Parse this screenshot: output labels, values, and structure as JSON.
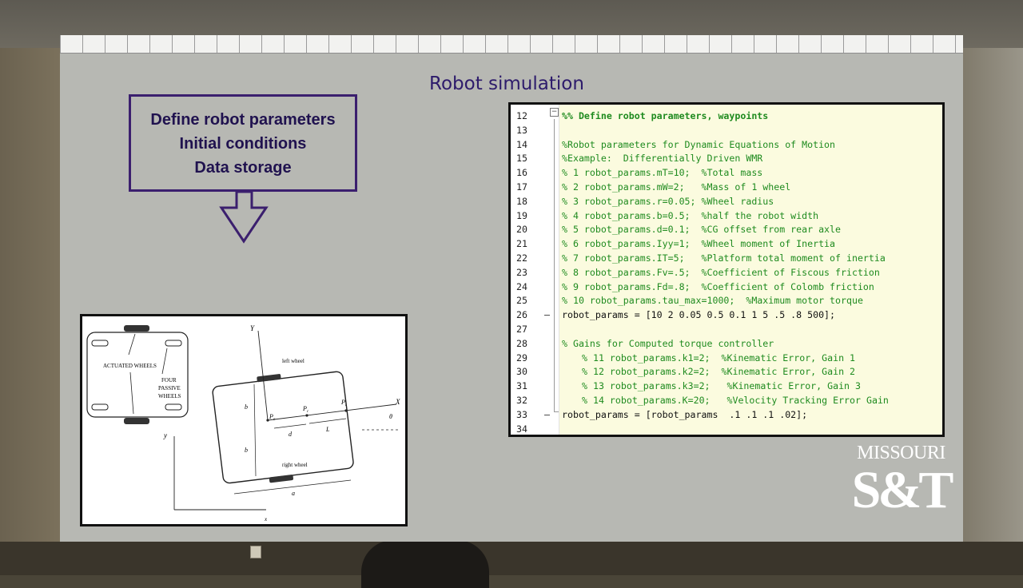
{
  "slide": {
    "title": "Robot simulation",
    "callout_lines": [
      "Define robot parameters",
      "Initial conditions",
      "Data storage"
    ]
  },
  "figure": {
    "labels": {
      "actuated_wheels": "ACTUATED WHEELS",
      "four": "FOUR",
      "passive": "PASSIVE",
      "wheels": "WHEELS",
      "left_wheel": "left wheel",
      "right_wheel": "right wheel",
      "Y_axis": "Y",
      "X_axis": "X",
      "x_axis": "x",
      "y_axis": "y",
      "po": "P",
      "po_sub": "o",
      "pc": "P",
      "pc_sub": "c",
      "pl": "P",
      "pl_sub": "l",
      "b_upper": "b",
      "b_lower": "b",
      "d": "d",
      "L": "L",
      "a": "a",
      "theta": "θ"
    }
  },
  "code": {
    "lines": [
      {
        "n": "12",
        "mark": "",
        "text": "%% Define robot parameters, waypoints",
        "kind": "comment",
        "bold": true,
        "indent": false
      },
      {
        "n": "13",
        "mark": "",
        "text": "",
        "kind": "plain",
        "indent": false
      },
      {
        "n": "14",
        "mark": "",
        "text": "%Robot parameters for Dynamic Equations of Motion",
        "kind": "comment",
        "indent": false
      },
      {
        "n": "15",
        "mark": "",
        "text": "%Example:  Differentially Driven WMR",
        "kind": "comment",
        "indent": false
      },
      {
        "n": "16",
        "mark": "",
        "text": "% 1 robot_params.mT=10;  %Total mass",
        "kind": "comment",
        "indent": false
      },
      {
        "n": "17",
        "mark": "",
        "text": "% 2 robot_params.mW=2;   %Mass of 1 wheel",
        "kind": "comment",
        "indent": false
      },
      {
        "n": "18",
        "mark": "",
        "text": "% 3 robot_params.r=0.05; %Wheel radius",
        "kind": "comment",
        "indent": false
      },
      {
        "n": "19",
        "mark": "",
        "text": "% 4 robot_params.b=0.5;  %half the robot width",
        "kind": "comment",
        "indent": false
      },
      {
        "n": "20",
        "mark": "",
        "text": "% 5 robot_params.d=0.1;  %CG offset from rear axle",
        "kind": "comment",
        "indent": false
      },
      {
        "n": "21",
        "mark": "",
        "text": "% 6 robot_params.Iyy=1;  %Wheel moment of Inertia",
        "kind": "comment",
        "indent": false
      },
      {
        "n": "22",
        "mark": "",
        "text": "% 7 robot_params.IT=5;   %Platform total moment of inertia",
        "kind": "comment",
        "indent": false
      },
      {
        "n": "23",
        "mark": "",
        "text": "% 8 robot_params.Fv=.5;  %Coefficient of Fiscous friction",
        "kind": "comment",
        "indent": false
      },
      {
        "n": "24",
        "mark": "",
        "text": "% 9 robot_params.Fd=.8;  %Coefficient of Colomb friction",
        "kind": "comment",
        "indent": false
      },
      {
        "n": "25",
        "mark": "",
        "text": "% 10 robot_params.tau_max=1000;  %Maximum motor torque",
        "kind": "comment",
        "indent": false
      },
      {
        "n": "26",
        "mark": "–",
        "text": "robot_params = [10 2 0.05 0.5 0.1 1 5 .5 .8 500];",
        "kind": "plain",
        "indent": false
      },
      {
        "n": "27",
        "mark": "",
        "text": "",
        "kind": "plain",
        "indent": false
      },
      {
        "n": "28",
        "mark": "",
        "text": "% Gains for Computed torque controller",
        "kind": "comment",
        "indent": false
      },
      {
        "n": "29",
        "mark": "",
        "text": "% 11 robot_params.k1=2;  %Kinematic Error, Gain 1",
        "kind": "comment",
        "indent": true
      },
      {
        "n": "30",
        "mark": "",
        "text": "% 12 robot_params.k2=2;  %Kinematic Error, Gain 2",
        "kind": "comment",
        "indent": true
      },
      {
        "n": "31",
        "mark": "",
        "text": "% 13 robot_params.k3=2;   %Kinematic Error, Gain 3",
        "kind": "comment",
        "indent": true
      },
      {
        "n": "32",
        "mark": "",
        "text": "% 14 robot_params.K=20;   %Velocity Tracking Error Gain",
        "kind": "comment",
        "indent": true
      },
      {
        "n": "33",
        "mark": "–",
        "text": "robot_params = [robot_params  .1 .1 .1 .02];",
        "kind": "plain",
        "indent": false
      },
      {
        "n": "34",
        "mark": "",
        "text": "",
        "kind": "plain",
        "indent": false
      }
    ]
  },
  "logo": {
    "top": "MISSOURI",
    "main": "S&T"
  },
  "colors": {
    "screen_bg": "#b7b8b3",
    "title": "#2d1b6b",
    "callout_border": "#3b1f6e",
    "callout_text": "#20124f",
    "code_bg": "#fbfbdf",
    "comment": "#1f8b1f"
  }
}
